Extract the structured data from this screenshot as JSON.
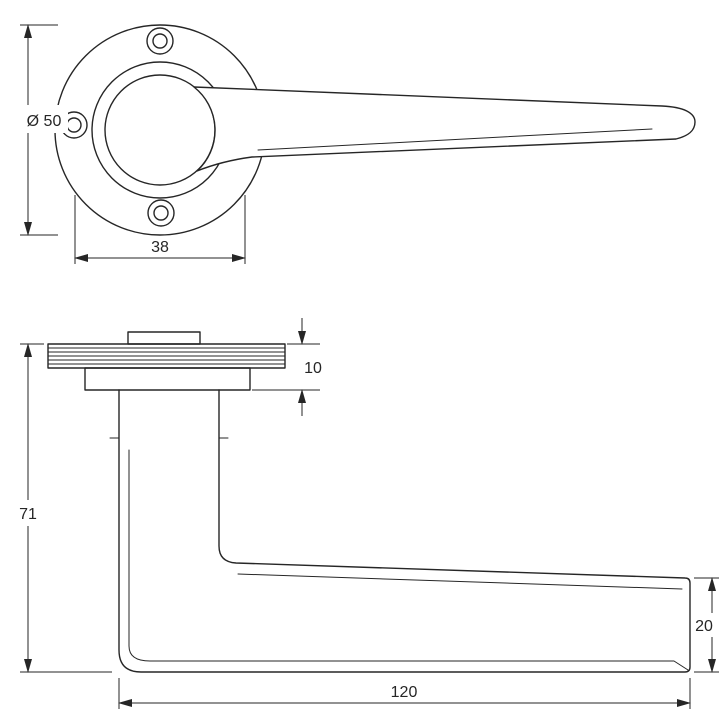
{
  "drawing": {
    "dimensions": {
      "rose_diameter": "Ø 50",
      "hole_spacing": "38",
      "rose_depth": "10",
      "overall_height": "71",
      "lever_depth": "20",
      "overall_length": "120"
    }
  },
  "colors": {
    "line": "#262626",
    "background": "#ffffff"
  }
}
